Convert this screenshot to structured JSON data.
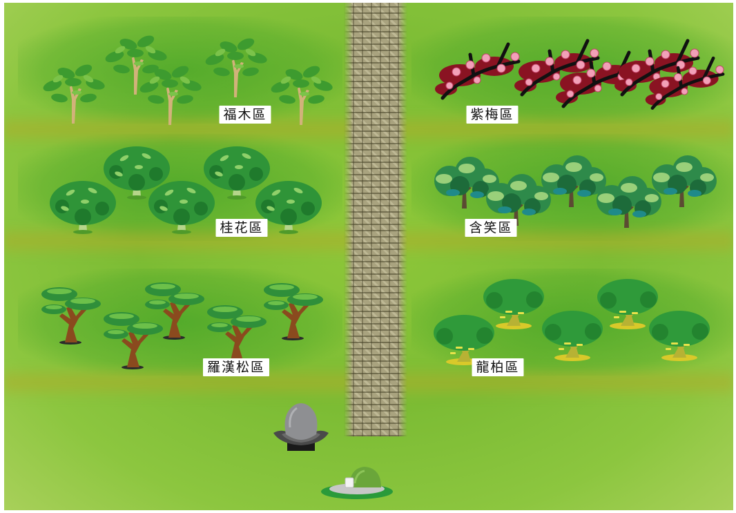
{
  "areas": {
    "fumu": "福木區",
    "zimei": "紫梅區",
    "guihua": "桂花區",
    "hanxiao": "含笑區",
    "luohansong": "羅漢松區",
    "longbai": "龍柏區"
  },
  "colors": {
    "grass": "#7cbc34",
    "path": "#a9a37f",
    "label_bg": "#ffffff",
    "plum_blossom": "#f2a0b8",
    "plum_leaf": "#8a1322"
  },
  "icons": {
    "fumu_tree": "fukugi-tree-icon",
    "zimei_tree": "plum-blossom-tree-icon",
    "guihua_tree": "osmanthus-tree-icon",
    "hanxiao_tree": "banana-shrub-tree-icon",
    "luohansong_tree": "podocarpus-pine-icon",
    "longbai_tree": "juniper-tree-icon",
    "stone": "lotus-memorial-stone-icon",
    "mound": "grass-mound-plaque-icon"
  }
}
